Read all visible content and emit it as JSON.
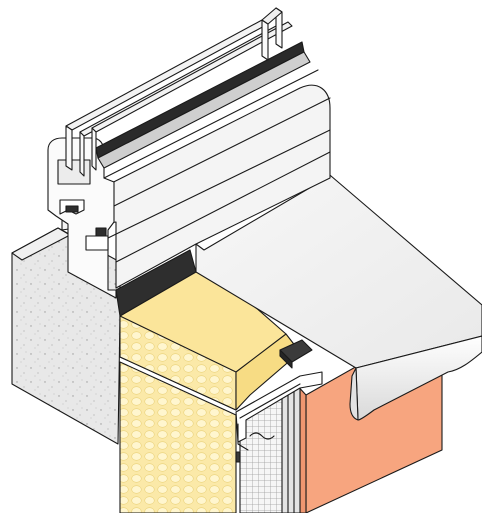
{
  "figure": {
    "kind": "isometric window sill construction detail",
    "text_labels": []
  },
  "layers": [
    {
      "id": "masonry-wall",
      "color": "#e8e8e8"
    },
    {
      "id": "insulation-top",
      "color": "#fbe59a"
    },
    {
      "id": "insulation-front",
      "color": "#fbe9a8"
    },
    {
      "id": "terracotta-block",
      "color": "#f7a57f"
    },
    {
      "id": "window-sill",
      "color": "#f2f2f2"
    },
    {
      "id": "window-frame",
      "color": "#f4f4f4"
    },
    {
      "id": "sealing-tape",
      "color": "#2e2e2e"
    },
    {
      "id": "reinforcement-mesh",
      "color": "#cfcfcf"
    }
  ]
}
